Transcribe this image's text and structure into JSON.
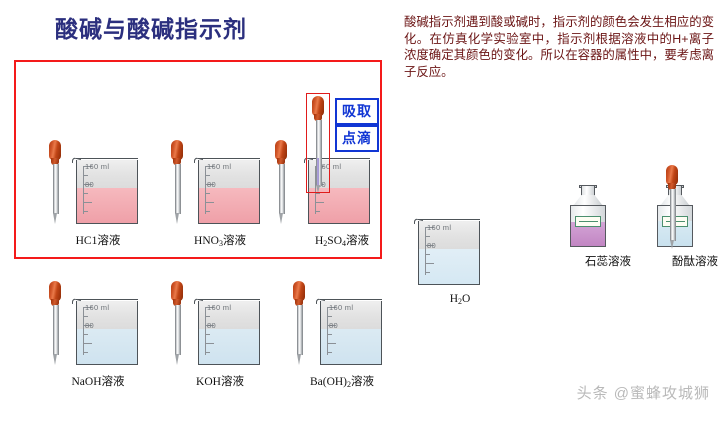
{
  "page": {
    "title": "酸碱与酸碱指示剂",
    "title_color": "#2b2f7e",
    "background": "#ffffff",
    "watermark": "头条 @蜜蜂攻城狮"
  },
  "description": {
    "text": "酸碱指示剂遇到酸或碱时，指示剂的颜色会发生相应的变化。在仿真化学实验室中，指示剂根据溶液中的H+离子浓度确定其颜色的变化。所以在容器的属性中，要考虑离子反应。",
    "color": "#6b1414"
  },
  "selection_frame": {
    "color": "#f41a1a",
    "label": "acid-group-selection"
  },
  "beaker_marks": {
    "top": "160 ml",
    "mid": "80"
  },
  "colors": {
    "acid_liquid": "#f2aab0",
    "base_liquid": "#d7e8f2",
    "water_liquid": "#dcecf5",
    "litmus_liquid": "#c98ec8",
    "phenolphthalein_liquid": "#cfe6f0",
    "gas": "#e4e4e4",
    "accent_blue": "#1136d4",
    "selection_red": "#e01b1b"
  },
  "acid_row": [
    {
      "id": "hcl",
      "label": "HC1溶液",
      "formula_html": "HC1溶液",
      "liquid": "acid",
      "selected": false,
      "dropper_in_beaker": false
    },
    {
      "id": "hno3",
      "label": "HNO3溶液",
      "formula_html": "HNO3溶液",
      "liquid": "acid",
      "selected": false,
      "dropper_in_beaker": false
    },
    {
      "id": "h2so4",
      "label": "H2SO4溶液",
      "formula_html": "H2SO4溶液",
      "liquid": "acid",
      "selected": true,
      "dropper_in_beaker": true
    }
  ],
  "base_row": [
    {
      "id": "naoh",
      "label": "NaOH溶液",
      "liquid": "base"
    },
    {
      "id": "koh",
      "label": "KOH溶液",
      "liquid": "base"
    },
    {
      "id": "baoh2",
      "label": "Ba(OH)2溶液",
      "liquid": "base"
    }
  ],
  "side_items": [
    {
      "id": "water",
      "label": "H2O",
      "kind": "beaker",
      "liquid": "water"
    },
    {
      "id": "litmus",
      "label": "石蕊溶液",
      "kind": "bottle",
      "liquid": "litmus",
      "has_dropper": false
    },
    {
      "id": "phenolphthalein",
      "label": "酚酞溶液",
      "kind": "bottle",
      "liquid": "phenolphthalein",
      "has_dropper": true
    }
  ],
  "context_menu": {
    "items": [
      {
        "id": "draw",
        "label": "吸取"
      },
      {
        "id": "drop",
        "label": "点滴"
      }
    ]
  }
}
